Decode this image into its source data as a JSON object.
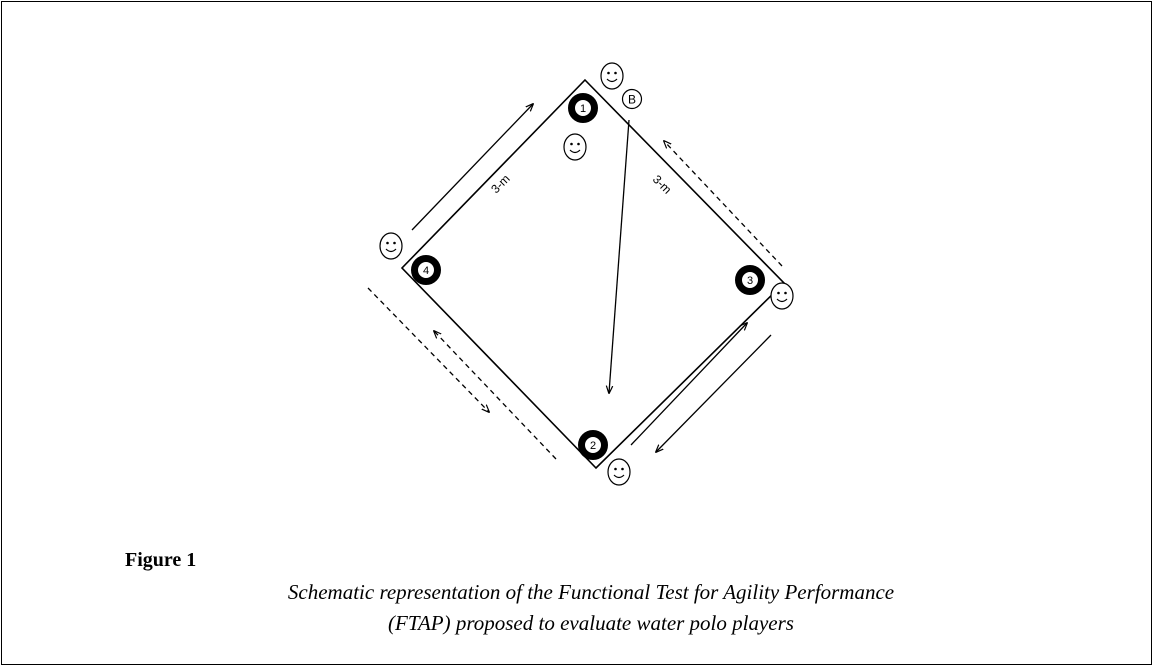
{
  "diagram": {
    "markers": [
      {
        "id": "marker-1",
        "label": "1"
      },
      {
        "id": "marker-2",
        "label": "2"
      },
      {
        "id": "marker-3",
        "label": "3"
      },
      {
        "id": "marker-4",
        "label": "4"
      }
    ],
    "ball_label": "B",
    "distance_labels": [
      "3-m",
      "3-m"
    ],
    "smiley_glyph": "☺",
    "icons": [
      "cone-marker-icon",
      "player-smiley-icon",
      "ball-icon",
      "arrow-icon"
    ]
  },
  "caption": {
    "label": "Figure 1",
    "line1": "Schematic representation of the Functional Test for Agility Performance",
    "line2": "(FTAP) proposed to evaluate water polo players"
  }
}
